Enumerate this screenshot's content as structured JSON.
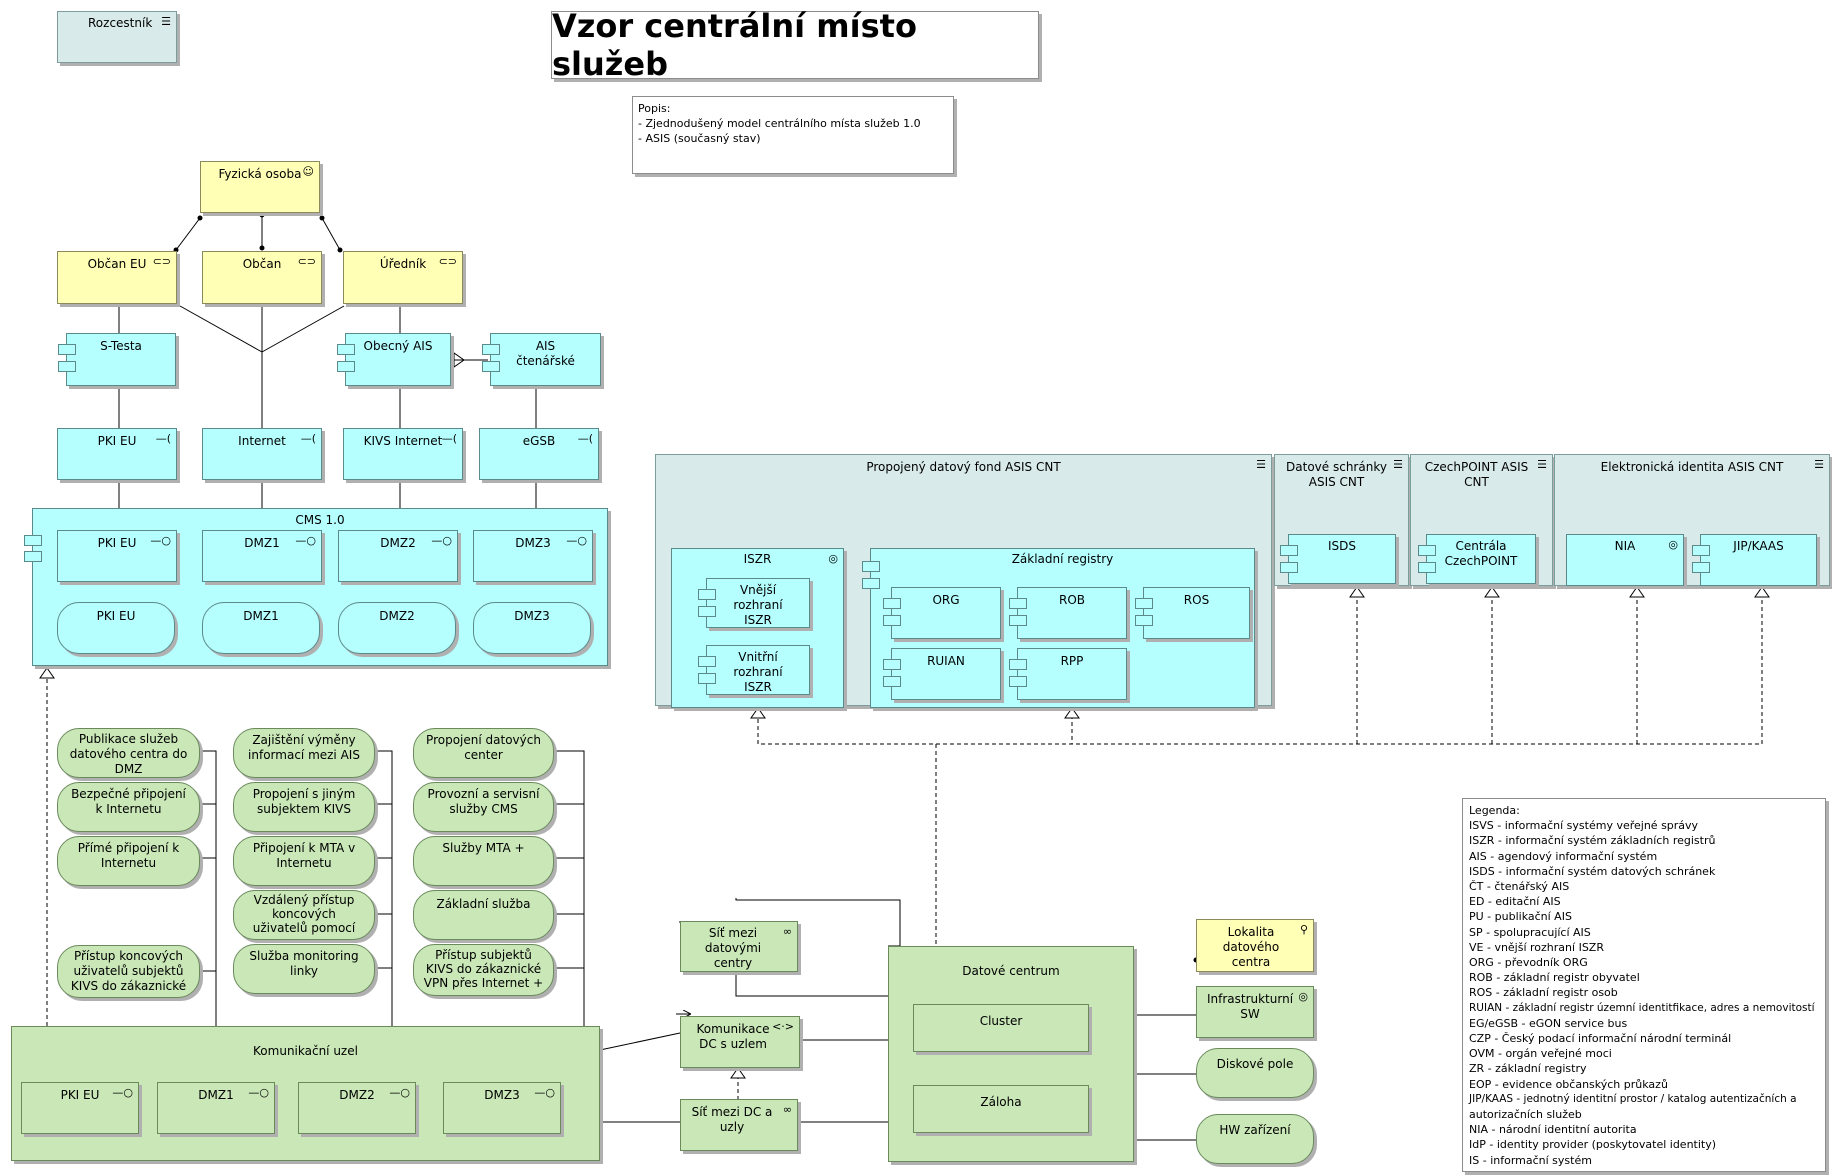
{
  "title": "Vzor centrální místo služeb",
  "rozcestnik": "Rozcestník",
  "description": {
    "heading": "Popis:",
    "lines": [
      "- Zjednodušený model centrálního místa služeb 1.0",
      "- ASIS (současný stav)"
    ]
  },
  "actors": {
    "fyzicka_osoba": "Fyzická osoba"
  },
  "roles": {
    "obcan_eu": "Občan EU",
    "obcan": "Občan",
    "urednik": "Úředník"
  },
  "apps": {
    "s_testa": "S-Testa",
    "obecny_ais": "Obecný AIS",
    "ais_ctenarske": "AIS čtenářské"
  },
  "ifaces": {
    "pki_eu": "PKI EU",
    "internet": "Internet",
    "kivs_internet": "KIVS Internet",
    "egsb": "eGSB"
  },
  "cms": {
    "label": "CMS 1.0",
    "components": [
      "PKI EU",
      "DMZ1",
      "DMZ2",
      "DMZ3"
    ],
    "services": [
      "PKI EU",
      "DMZ1",
      "DMZ2",
      "DMZ3"
    ]
  },
  "pdf": {
    "label": "Propojený datový fond ASIS CNT",
    "iszr": {
      "label": "ISZR",
      "vnejsi": "Vnější rozhraní ISZR",
      "vnitrni": "Vnitřní rozhraní ISZR"
    },
    "zr": {
      "label": "Základní registry",
      "items": [
        "ORG",
        "ROB",
        "ROS",
        "RUIAN",
        "RPP"
      ]
    }
  },
  "isds_group": {
    "label": "Datové schránky ASIS CNT",
    "item": "ISDS"
  },
  "czp_group": {
    "label": "CzechPOINT ASIS CNT",
    "item": "Centrála CzechPOINT"
  },
  "eid_group": {
    "label": "Elektronická identita ASIS CNT",
    "items": [
      "NIA",
      "JIP/KAAS"
    ]
  },
  "services": {
    "col1": [
      "Publikace služeb datového centra do DMZ",
      "Bezpečné připojení k Internetu",
      "Přímé připojení k Internetu",
      "Přístup koncových uživatelů subjektů KIVS do zákaznické"
    ],
    "col2": [
      "Zajištění výměny informací mezi AIS",
      "Propojení s jiným subjektem KIVS",
      "Připojení k MTA v Internetu",
      "Vzdálený přístup koncových uživatelů pomocí",
      "Služba monitoring linky"
    ],
    "col3": [
      "Propojení datových center",
      "Provozní a servisní služby CMS",
      "Služby MTA +",
      "Základní služba",
      "Přístup subjektů KIVS do zákaznické VPN přes Internet +"
    ]
  },
  "komunikacni_uzel": {
    "label": "Komunikační uzel",
    "items": [
      "PKI EU",
      "DMZ1",
      "DMZ2",
      "DMZ3"
    ]
  },
  "network": {
    "sit_mezi_centry": "Síť mezi datovými centry",
    "komunikace_dc": "Komunikace DC s uzlem",
    "sit_dc_uzly": "Síť mezi DC a uzly"
  },
  "dc": {
    "label": "Datové centrum",
    "cluster": "Cluster",
    "zaloha": "Záloha"
  },
  "lokalita": "Lokalita datového centra",
  "infra": {
    "sw": "Infrastrukturní SW",
    "diskove": "Diskové pole",
    "hw": "HW zařízení"
  },
  "legend": {
    "heading": "Legenda:",
    "lines": [
      "ISVS - informační systémy veřejné správy",
      "ISZR - informační systém základních registrů",
      "AIS - agendový informační systém",
      "ISDS - informační systém datových schránek",
      "ČT - čtenářský AIS",
      "ED - editační AIS",
      "PU - publikační AIS",
      "SP - spolupracující AIS",
      "VE - vnější rozhraní ISZR",
      "ORG - převodník ORG",
      "ROB - základní registr obyvatel",
      "ROS - základní registr osob",
      "RUIAN - základní registr územní identitfikace, adres a nemovitostí",
      "EG/eGSB - eGON service bus",
      "CZP - Český podací informační národní terminál",
      "OVM - orgán veřejné moci",
      "ZR - základní registry",
      "EOP - evidence občanských průkazů",
      "JIP/KAAS - jednotný identitní prostor / katalog autentizačních a",
      "autorizačních služeb",
      "NIA - národní identitní autorita",
      "IdP - identity provider (poskytovatel identity)",
      "IS - informační systém"
    ]
  }
}
